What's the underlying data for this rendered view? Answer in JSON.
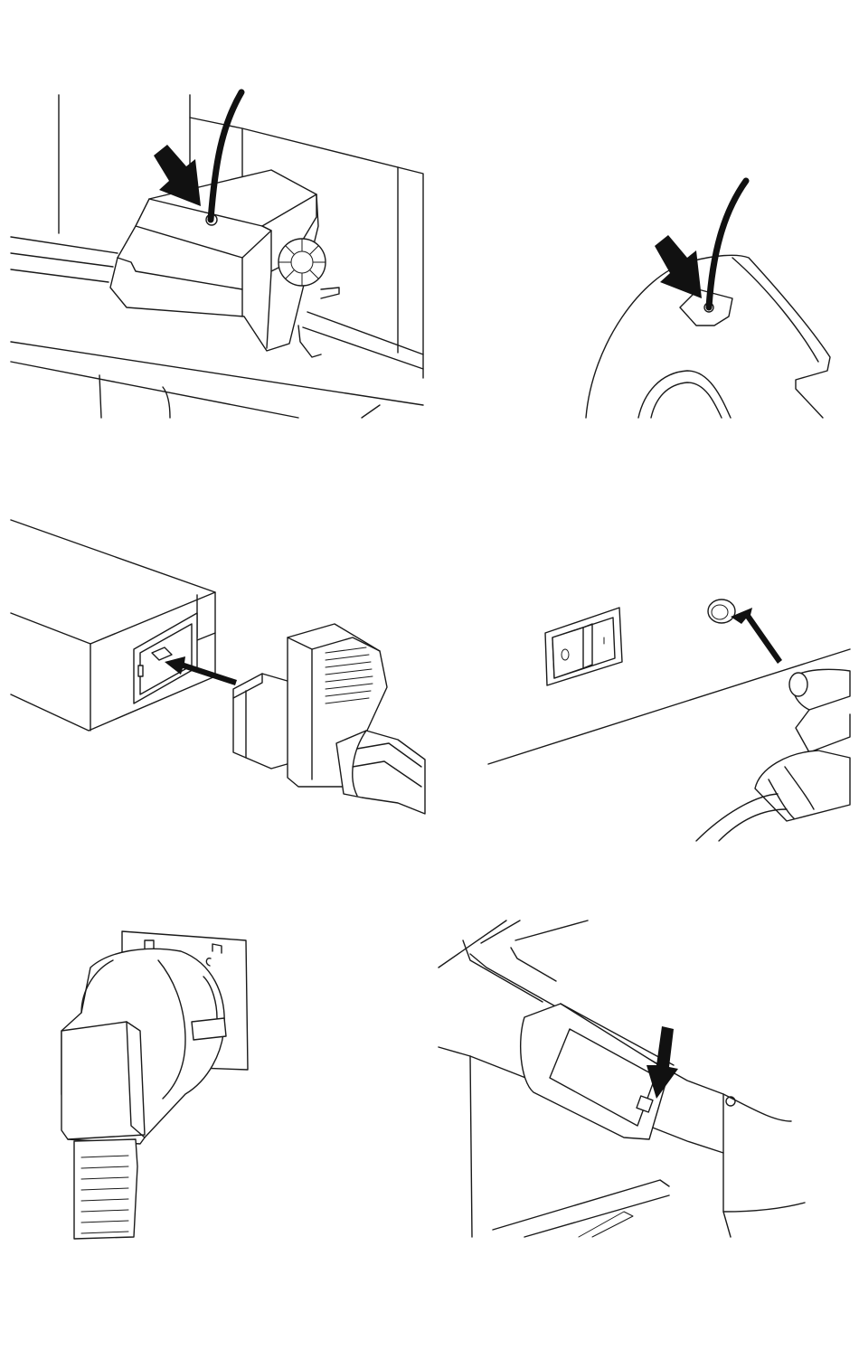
{
  "figure": {
    "panels": [
      {
        "id": "nozzle-head-cable"
      },
      {
        "id": "nozzle-tip-cable"
      },
      {
        "id": "power-adapter-cable"
      },
      {
        "id": "power-switch-socket"
      },
      {
        "id": "mains-plug"
      },
      {
        "id": "printer-power-button"
      }
    ]
  },
  "colors": {
    "line": "#1a1a1a",
    "arrow": "#111111",
    "background": "#ffffff"
  }
}
